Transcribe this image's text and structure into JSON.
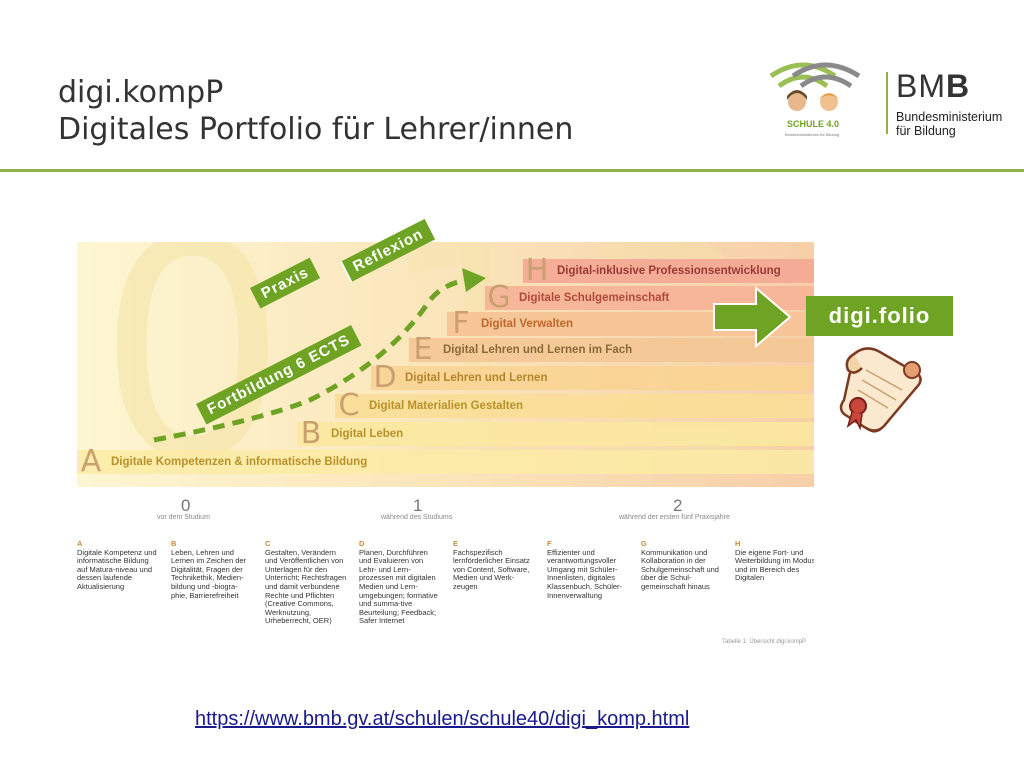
{
  "slide": {
    "title_line1": "digi.kompP",
    "title_line2": "Digitales Portfolio für Lehrer/innen",
    "url": "https://www.bmb.gv.at/schulen/schule40/digi_komp.html"
  },
  "logo_schule": {
    "name": "SCHULE 4.0",
    "subline": "Bundesministerium für Bildung"
  },
  "logo_bmb": {
    "short_b": "B",
    "short_m": "M",
    "short_b2": "B",
    "line1": "Bundesministerium",
    "line2": "für Bildung"
  },
  "figure": {
    "big_digits": [
      "0",
      "1",
      "2"
    ],
    "bars": [
      {
        "letter": "A",
        "label": "Digitale Kompetenzen & informatische Bildung"
      },
      {
        "letter": "B",
        "label": "Digital Leben"
      },
      {
        "letter": "C",
        "label": "Digital Materialien Gestalten"
      },
      {
        "letter": "D",
        "label": "Digital Lehren und Lernen"
      },
      {
        "letter": "E",
        "label": "Digital Lehren und Lernen im Fach"
      },
      {
        "letter": "F",
        "label": "Digital Verwalten"
      },
      {
        "letter": "G",
        "label": "Digitale Schulgemeinschaft"
      },
      {
        "letter": "H",
        "label": "Digital-inklusive Professionsentwicklung"
      }
    ],
    "phases": [
      {
        "num": "0",
        "sub": "vor dem Studium"
      },
      {
        "num": "1",
        "sub": "während des Studiums"
      },
      {
        "num": "2",
        "sub": "während der ersten fünf Praxisjahre"
      }
    ],
    "columns": [
      {
        "letter": "A",
        "text": "Digitale Kompetenz und informatische Bildung auf Matura-niveau und dessen laufende Aktualisierung"
      },
      {
        "letter": "B",
        "text": "Leben, Lehren und Lernen im Zeichen der Digitalität, Fragen der Technikethik, Medien-bildung und -biogra-phie, Barrierefreiheit"
      },
      {
        "letter": "C",
        "text": "Gestalten, Verändern und Veröffentlichen von Unterlagen für den Unterricht; Rechtsfragen und damit verbundene Rechte und Pflichten (Creative Commons, Werknutzung, Urheberrecht, OER)"
      },
      {
        "letter": "D",
        "text": "Planen, Durchführen und Evaluieren von Lehr- und Lern-prozessen mit digitalen Medien und Lern-umgebungen; formative und summa-tive Beurteilung; Feedback; Safer Internet"
      },
      {
        "letter": "E",
        "text": "Fachspezifisch lernförderlicher Einsatz von Content, Software, Medien und Werk-zeugen"
      },
      {
        "letter": "F",
        "text": "Effizienter und verantwortungsvoller Umgang mit Schüler-Innenlisten, digitales Klassenbuch, Schüler-Innenverwaltung"
      },
      {
        "letter": "G",
        "text": "Kommunikation und Kollaboration in der Schulgemeinschaft und über die Schul-gemeinschaft hinaus"
      },
      {
        "letter": "H",
        "text": "Die eigene Fort- und Weiterbildung im Modus und im Bereich des Digitalen"
      }
    ],
    "footnote": "Tabelle 1: Übersicht digi.kompP"
  },
  "overlay": {
    "ribbon_praxis": "Praxis",
    "ribbon_reflexion": "Reflexion",
    "ribbon_fortbildung": "Fortbildung 6 ECTS",
    "digi_folio": "digi.folio"
  },
  "colors": {
    "accent_green": "#6fa324",
    "rule_green": "#8fb04a"
  }
}
